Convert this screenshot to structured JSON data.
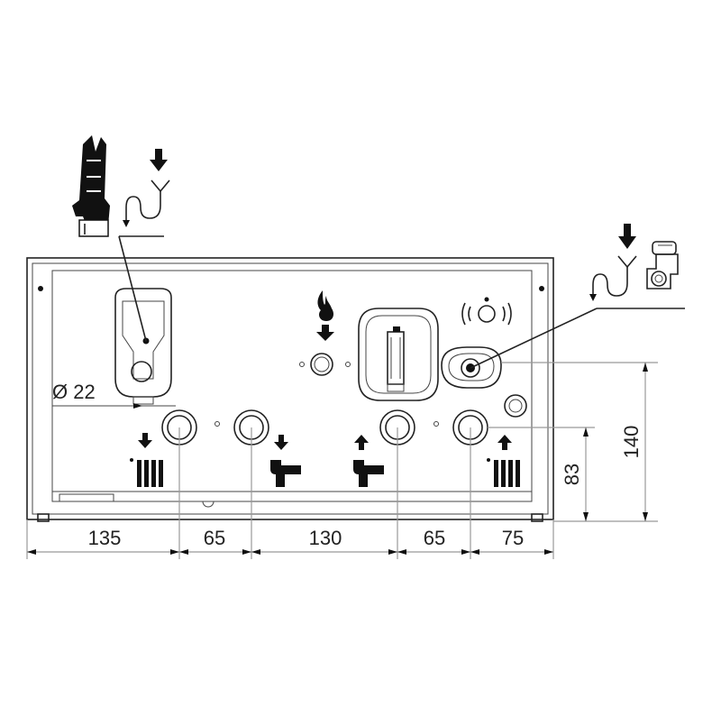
{
  "diameter_label": "Ø 22",
  "dimensions": {
    "horizontal": [
      "135",
      "65",
      "130",
      "65",
      "75"
    ],
    "vertical_short": "83",
    "vertical_tall": "140"
  },
  "connections": [
    {
      "id": "heating-flow",
      "direction": "down",
      "icon": "radiator-icon"
    },
    {
      "id": "hot-water-out",
      "direction": "down",
      "icon": "tap-icon"
    },
    {
      "id": "cold-water-in",
      "direction": "up",
      "icon": "tap-icon"
    },
    {
      "id": "heating-return",
      "direction": "up",
      "icon": "radiator-icon"
    }
  ],
  "callouts": [
    {
      "id": "condensate-drain",
      "icon": "condensate-trap-icon"
    },
    {
      "id": "safety-valve-drain",
      "icon": "pressure-relief-valve-icon"
    }
  ],
  "gas_inlet": {
    "icon": "gas-flame-icon",
    "direction": "down"
  }
}
